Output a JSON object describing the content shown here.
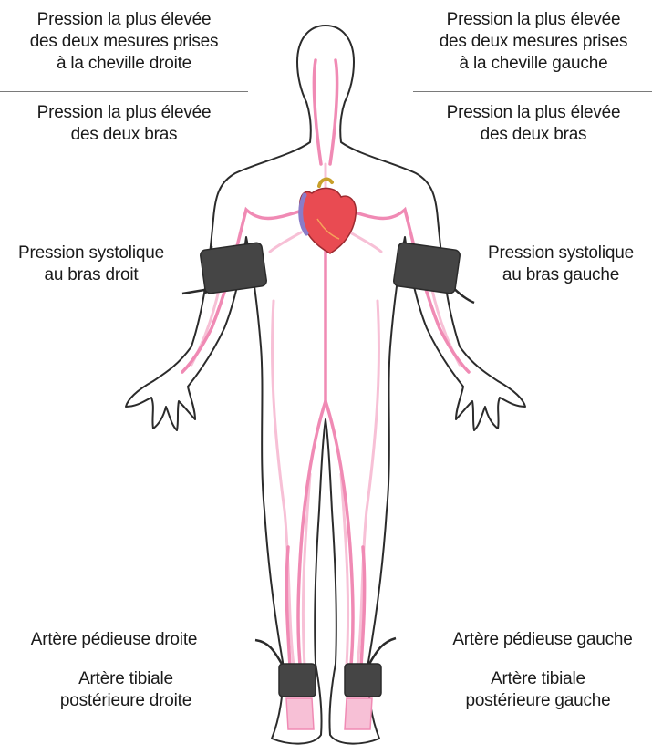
{
  "labels": {
    "ankle_right": [
      "Pression la plus élevée",
      "des deux mesures prises",
      "à la cheville droite"
    ],
    "ankle_left": [
      "Pression la plus élevée",
      "des deux mesures prises",
      "à la cheville gauche"
    ],
    "arms_right": [
      "Pression la plus élevée",
      "des deux bras"
    ],
    "arms_left": [
      "Pression la plus élevée",
      "des deux bras"
    ],
    "systolic_right": [
      "Pression systolique",
      "au bras droit"
    ],
    "systolic_left": [
      "Pression systolique",
      "au bras gauche"
    ],
    "pedal_right": "Artère pédieuse droite",
    "pedal_left": "Artère pédieuse gauche",
    "tibial_right": [
      "Artère tibiale",
      "postérieure droite"
    ],
    "tibial_left": [
      "Artère tibiale",
      "postérieure gauche"
    ]
  },
  "colors": {
    "vessel": "#f08ab4",
    "vessel_light": "#f7c0d6",
    "cuff": "#454545",
    "heart": "#e94b52",
    "heart_vein": "#8a7cc8",
    "outline": "#2b2b2b"
  }
}
